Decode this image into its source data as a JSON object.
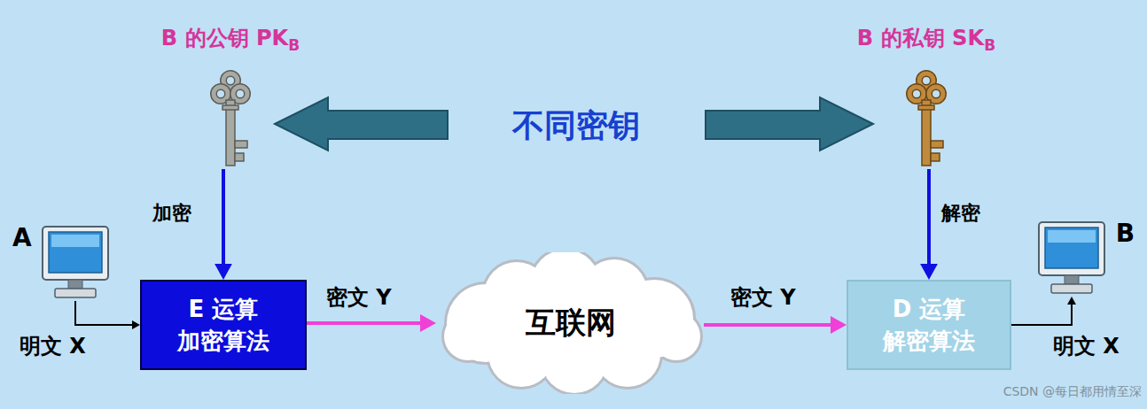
{
  "diagram": {
    "nodes": [
      {
        "text": [
          "B 的公钥 PK",
          "B"
        ]
      },
      {
        "text": [
          "B 的私钥 SK",
          "B"
        ]
      },
      {
        "text": [
          "A"
        ]
      },
      {
        "text": [
          "E 运算",
          "加密算法"
        ]
      },
      {
        "text": [
          "互联网"
        ]
      },
      {
        "text": [
          "D 运算",
          "解密算法"
        ]
      },
      {
        "text": [
          "B"
        ]
      }
    ],
    "edges": [
      {
        "from": 0,
        "to": 3,
        "label": "加密",
        "arrow": "to"
      },
      {
        "from": 1,
        "to": 5,
        "label": "解密",
        "arrow": "to"
      },
      {
        "from": 2,
        "to": 3,
        "arrow": "to"
      },
      {
        "from": 3,
        "to": 4,
        "label": "密文 Y",
        "arrow": "to"
      },
      {
        "from": 4,
        "to": 5,
        "label": "密文 Y",
        "arrow": "to"
      },
      {
        "from": 5,
        "to": 6,
        "arrow": "to"
      }
    ],
    "labels": [
      "不同密钥",
      "明文 X",
      "明文 X",
      "CSDN @每日都用情至深"
    ]
  }
}
